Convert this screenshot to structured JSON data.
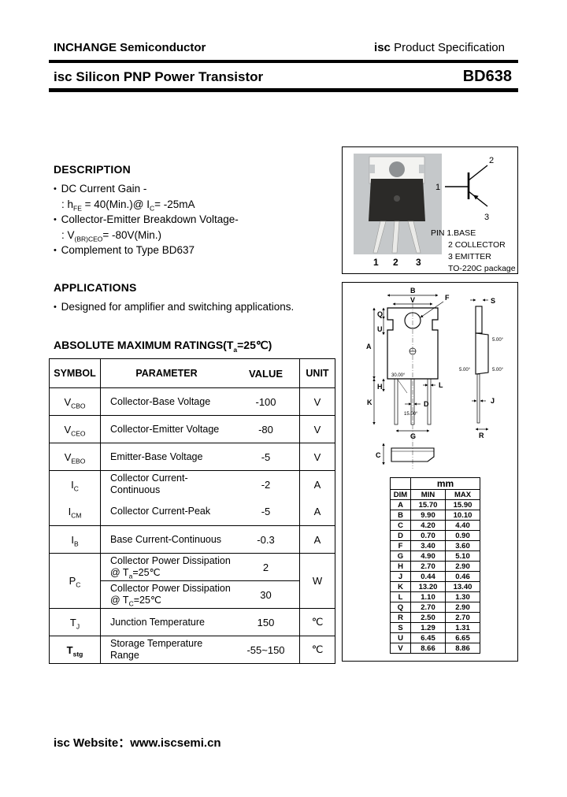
{
  "header": {
    "company": "INCHANGE Semiconductor",
    "brand": "isc",
    "product_spec": "Product Specification",
    "title": "Silicon PNP Power Transistor",
    "part_number": "BD638"
  },
  "description": {
    "heading": "DESCRIPTION",
    "bullet": "•",
    "gain_line": "DC Current Gain -",
    "gain_detail": {
      "p1": ": h",
      "s1": "FE",
      "p2": " = 40(Min.)@ I",
      "s2": "C",
      "p3": "= -25mA"
    },
    "breakdown_line": "Collector-Emitter Breakdown Voltage-",
    "breakdown_detail": {
      "p1": ": V",
      "s1": "(BR)CEO",
      "p2": "= -80V(Min.)"
    },
    "complement_line": "Complement to Type BD637"
  },
  "applications": {
    "heading": "APPLICATIONS",
    "item": "Designed for amplifier and switching applications."
  },
  "ratings": {
    "heading_p1": "ABSOLUTE MAXIMUM RATINGS(T",
    "heading_sub": "a",
    "heading_p2": "=25℃)",
    "col_symbol": "SYMBOL",
    "col_parameter": "PARAMETER",
    "col_value": "VALUE",
    "col_unit": "UNIT",
    "rows": [
      {
        "sym": "V",
        "sub": "CBO",
        "param": "Collector-Base Voltage",
        "value": "-100",
        "unit": "V"
      },
      {
        "sym": "V",
        "sub": "CEO",
        "param": "Collector-Emitter Voltage",
        "value": "-80",
        "unit": "V"
      },
      {
        "sym": "V",
        "sub": "EBO",
        "param": "Emitter-Base Voltage",
        "value": "-5",
        "unit": "V"
      },
      {
        "sym": "I",
        "sub": "C",
        "param": "Collector Current-Continuous",
        "value": "-2",
        "unit": "A"
      },
      {
        "sym": "I",
        "sub": "CM",
        "param": "Collector Current-Peak",
        "value": "-5",
        "unit": "A"
      },
      {
        "sym": "I",
        "sub": "B",
        "param": "Base Current-Continuous",
        "value": "-0.3",
        "unit": "A"
      }
    ],
    "pc_row": {
      "sym": "P",
      "sub": "C",
      "line1_p1": "Collector Power Dissipation",
      "line1_p2": "@ T",
      "line1_sub": "a",
      "line1_p3": "=25℃",
      "value1": "2",
      "line2_p1": "Collector Power Dissipation",
      "line2_p2": "@ T",
      "line2_sub": "C",
      "line2_p3": "=25℃",
      "value2": "30",
      "unit": "W"
    },
    "tj_row": {
      "sym": "T",
      "sub": "J",
      "param": "Junction Temperature",
      "value": "150",
      "unit": "℃"
    },
    "tstg_row": {
      "sym": "T",
      "sub": "stg",
      "param": "Storage Temperature Range",
      "value": "-55~150",
      "unit": "℃"
    }
  },
  "package_box": {
    "photo_pin1": "1",
    "photo_pin2": "2",
    "photo_pin3": "3",
    "sym_pin1": "1",
    "sym_pin2": "2",
    "sym_pin3": "3",
    "pin_note1": "PIN 1.BASE",
    "pin_note2": "2 COLLECTOR",
    "pin_note3": "3 EMITTER",
    "package_name": "TO-220C package"
  },
  "dimensions": {
    "unit_header": "mm",
    "col_dim": "DIM",
    "col_min": "MIN",
    "col_max": "MAX",
    "rows": [
      [
        "A",
        "15.70",
        "15.90"
      ],
      [
        "B",
        "9.90",
        "10.10"
      ],
      [
        "C",
        "4.20",
        "4.40"
      ],
      [
        "D",
        "0.70",
        "0.90"
      ],
      [
        "F",
        "3.40",
        "3.60"
      ],
      [
        "G",
        "4.90",
        "5.10"
      ],
      [
        "H",
        "2.70",
        "2.90"
      ],
      [
        "J",
        "0.44",
        "0.46"
      ],
      [
        "K",
        "13.20",
        "13.40"
      ],
      [
        "L",
        "1.10",
        "1.30"
      ],
      [
        "Q",
        "2.70",
        "2.90"
      ],
      [
        "R",
        "2.50",
        "2.70"
      ],
      [
        "S",
        "1.29",
        "1.31"
      ],
      [
        "U",
        "6.45",
        "6.65"
      ],
      [
        "V",
        "8.66",
        "8.86"
      ]
    ]
  },
  "drawing": {
    "labels": {
      "A": "A",
      "B": "B",
      "C": "C",
      "D": "D",
      "F": "F",
      "G": "G",
      "H": "H",
      "J": "J",
      "K": "K",
      "L": "L",
      "Q": "Q",
      "R": "R",
      "S": "S",
      "U": "U",
      "V": "V"
    },
    "angle_30": "30.00°",
    "angle_15": "15.00°",
    "angle_5": "5.00°"
  },
  "footer": {
    "label": "isc Website：",
    "url": "www.iscsemi.cn"
  }
}
